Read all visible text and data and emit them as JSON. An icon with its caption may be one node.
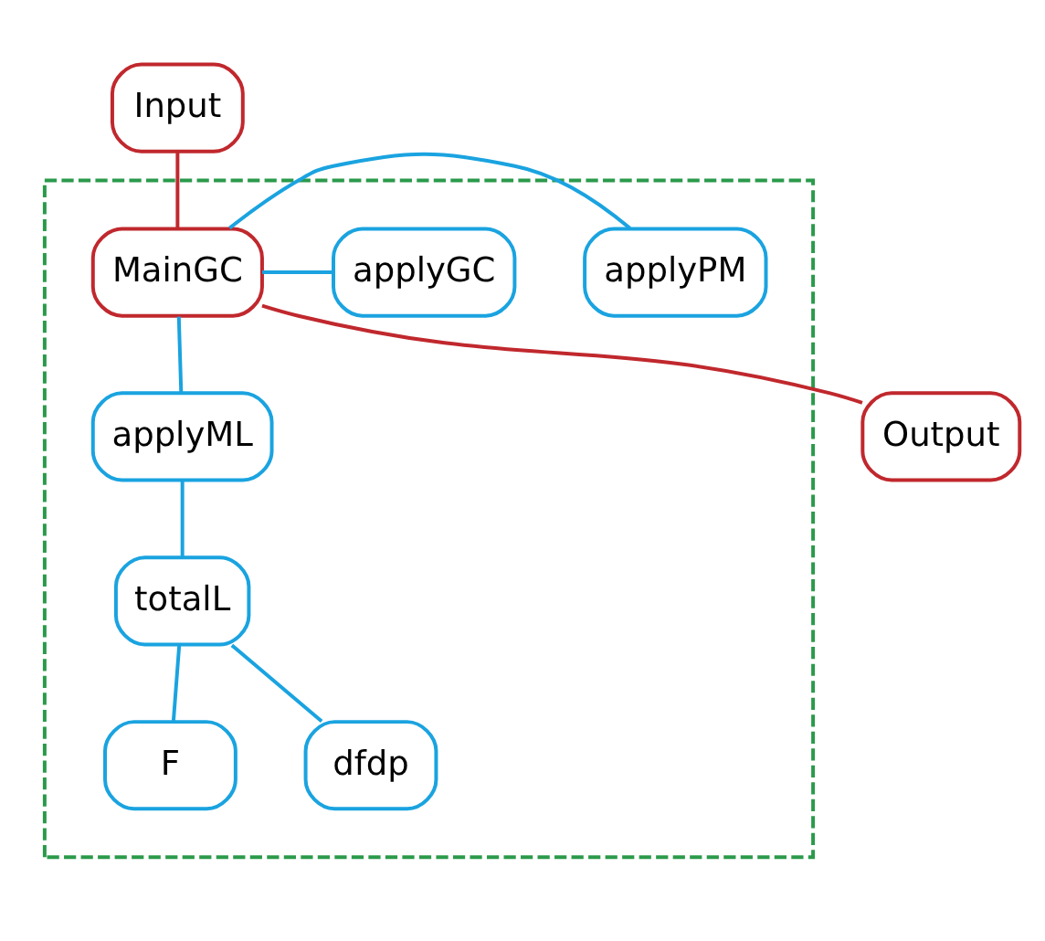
{
  "diagram": {
    "nodes": [
      {
        "text": [
          "Input"
        ]
      },
      {
        "text": [],
        "shape": "box"
      },
      {
        "text": [
          "MainGC"
        ],
        "in": 1
      },
      {
        "text": [
          "applyPM"
        ],
        "in": 1
      },
      {
        "text": [
          "applyGC"
        ],
        "in": 1
      },
      {
        "text": [
          "applyML"
        ],
        "in": 1
      },
      {
        "text": [
          "totalL"
        ],
        "in": 1
      },
      {
        "text": [
          "F"
        ],
        "in": 1
      },
      {
        "text": [
          "dfdp"
        ],
        "in": 1
      },
      {
        "text": [
          "Output"
        ]
      }
    ],
    "edges": [
      {
        "from": 0,
        "to": 2,
        "arrow": "none",
        "color": "#c0282d"
      },
      {
        "from": 2,
        "to": 9,
        "arrow": "none",
        "color": "#c0282d"
      },
      {
        "from": 2,
        "to": 3,
        "arrow": "none"
      },
      {
        "from": 2,
        "to": 4,
        "arrow": "none"
      },
      {
        "from": 2,
        "to": 5,
        "arrow": "none"
      },
      {
        "from": 5,
        "to": 6,
        "arrow": "none"
      },
      {
        "from": 6,
        "to": 7,
        "arrow": "none"
      },
      {
        "from": 6,
        "to": 8,
        "arrow": "none"
      }
    ]
  }
}
